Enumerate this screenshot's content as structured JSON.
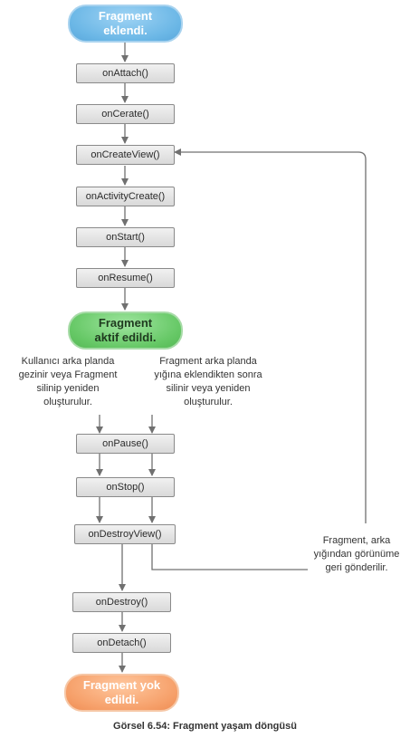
{
  "nodes": {
    "start": "Fragment\neklendi.",
    "on_attach": "onAttach()",
    "on_create": "onCerate()",
    "on_create_view": "onCreateView()",
    "on_activity_create": "onActivityCreate()",
    "on_start": "onStart()",
    "on_resume": "onResume()",
    "active": "Fragment\naktif edildi.",
    "on_pause": "onPause()",
    "on_stop": "onStop()",
    "on_destroy_view": "onDestroyView()",
    "on_destroy": "onDestroy()",
    "on_detach": "onDetach()",
    "end": "Fragment yok\nedildi."
  },
  "notes": {
    "left_branch": "Kullanıcı arka planda\ngezinir veya Fragment\nsilinip yeniden\noluşturulur.",
    "right_branch": "Fragment arka planda\nyığına eklendikten sonra\nsilinir veya yeniden\noluşturulur.",
    "back_loop": "Fragment, arka\nyığından görünüme\ngeri gönderilir."
  },
  "caption": "Görsel 6.54: Fragment yaşam döngüsü",
  "colors": {
    "start": "#6bb7e6",
    "active": "#66c866",
    "end": "#f6a06a",
    "step_fill": "#e3e3e3",
    "connector": "#707070"
  }
}
